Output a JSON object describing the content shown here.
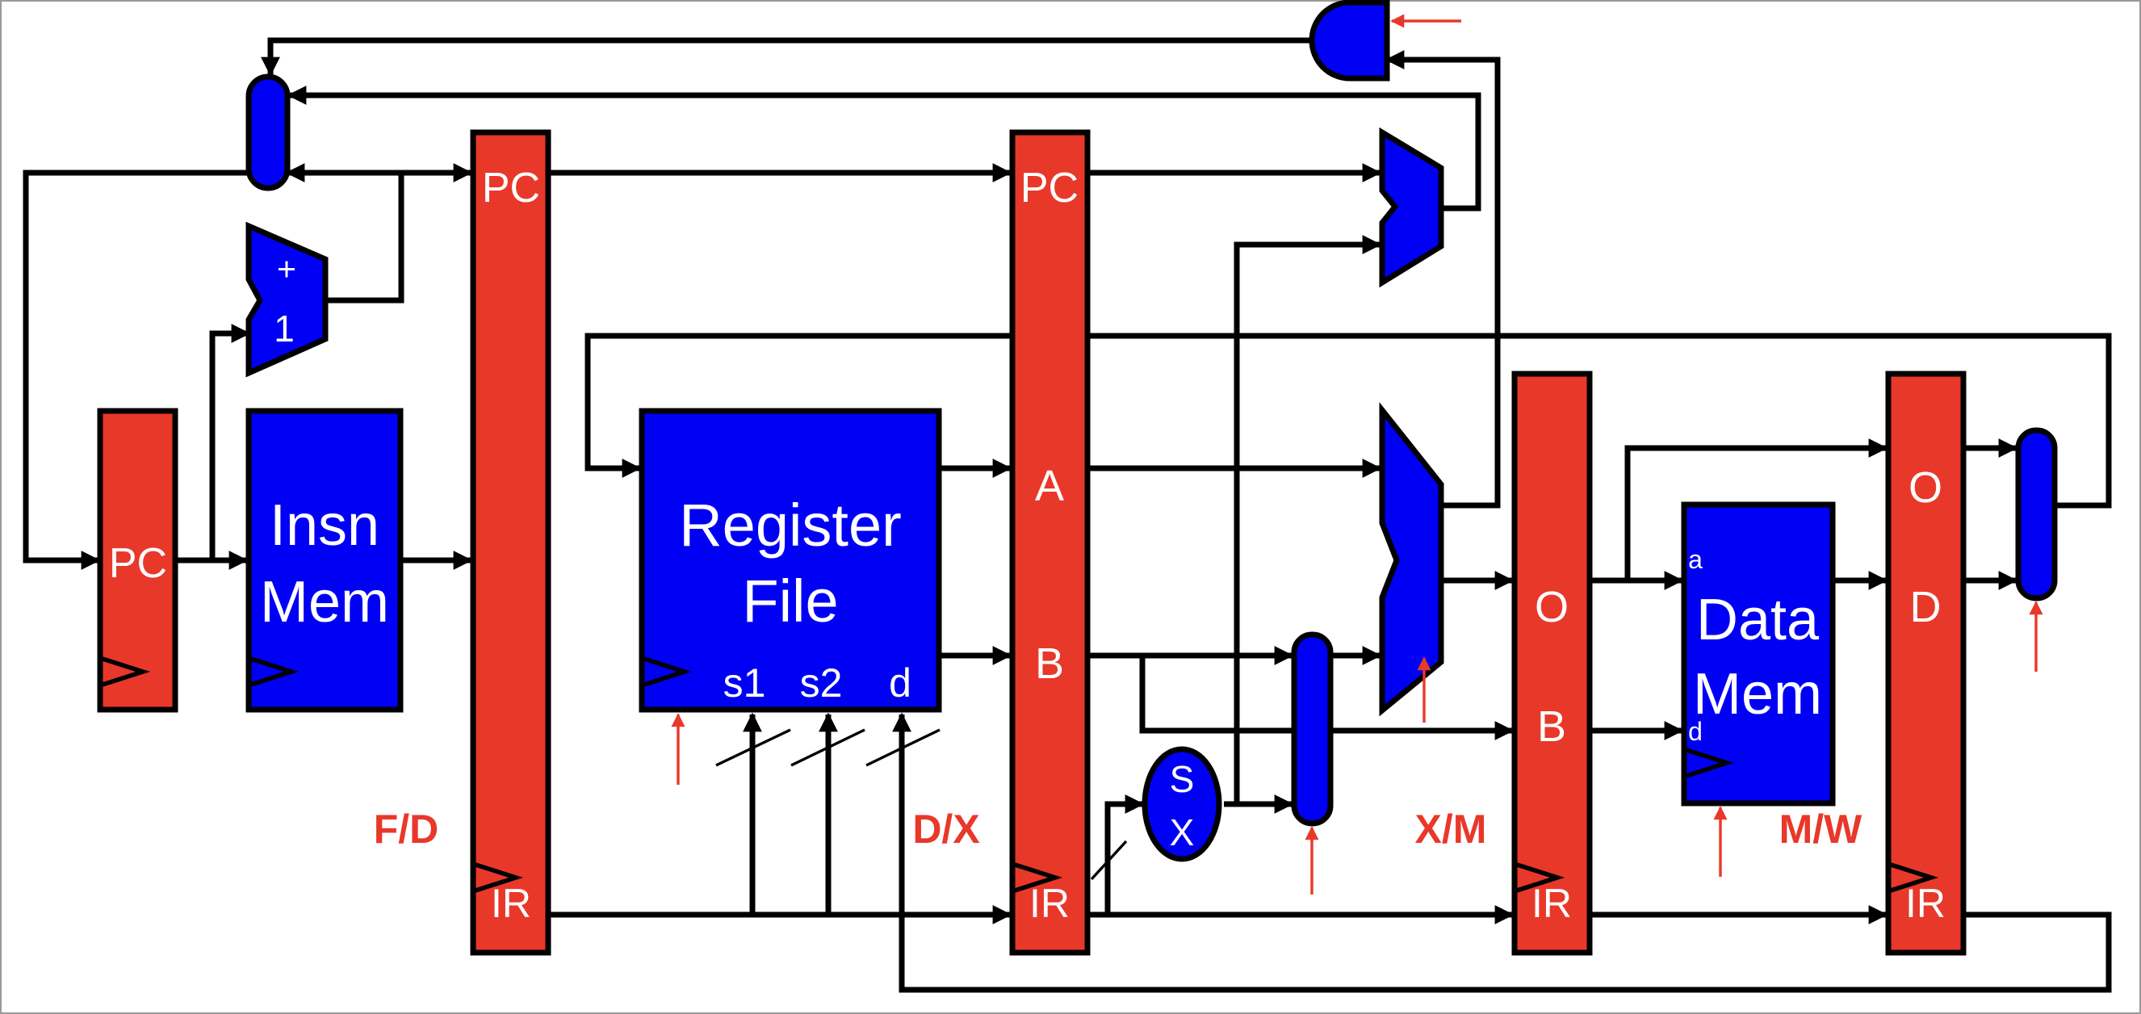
{
  "diagram": {
    "insn_mem": {
      "line1": "Insn",
      "line2": "Mem"
    },
    "register_file": {
      "line1": "Register",
      "line2": "File",
      "port_s1": "s1",
      "port_s2": "s2",
      "port_d": "d"
    },
    "data_mem": {
      "line1": "Data",
      "line2": "Mem",
      "port_a": "a",
      "port_d": "d"
    },
    "adder": {
      "plus": "+",
      "one": "1"
    },
    "sign_extend": {
      "top": "S",
      "bottom": "X"
    },
    "pc_register": {
      "label": "PC"
    },
    "latches": {
      "fd": {
        "pc": "PC",
        "ir": "IR"
      },
      "dx": {
        "pc": "PC",
        "a": "A",
        "b": "B",
        "ir": "IR"
      },
      "xm": {
        "o": "O",
        "b": "B",
        "ir": "IR"
      },
      "mw": {
        "o": "O",
        "d": "D",
        "ir": "IR"
      }
    },
    "stage_labels": {
      "fd": "F/D",
      "dx": "D/X",
      "xm": "X/M",
      "mw": "M/W"
    },
    "colors": {
      "component": "#0000f5",
      "latch": "#e8382a",
      "wire": "#000000",
      "control": "#e8382a",
      "text": "#ffffff"
    }
  }
}
